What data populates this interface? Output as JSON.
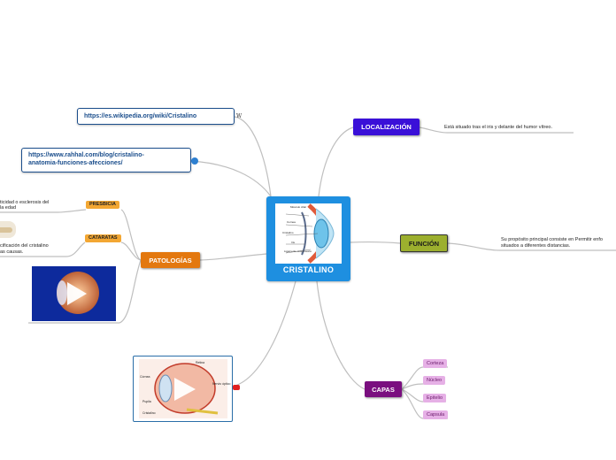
{
  "center": {
    "title": "CRISTALINO",
    "labels": [
      "Músculo ciliar",
      "Cornea",
      "Cristalino",
      "Iris",
      "Ligamento suspensorio"
    ]
  },
  "topics": {
    "localizacion": {
      "label": "LOCALIZACIÓN",
      "desc": "Está situado tras el iris y delante del humor vítreo."
    },
    "funcion": {
      "label": "FUNCIÓN",
      "desc1": "Su propósito principal consiste en",
      "desc1b": "Permitir enfo",
      "desc2": "situados a diferentes distancias."
    },
    "capas": {
      "label": "CAPAS",
      "items": [
        "Corteza",
        "Núcleo",
        "Epitelio",
        "Capsula"
      ]
    },
    "patologias": {
      "label": "PATOLOGÍAS",
      "presbicia": {
        "label": "PRESBICIA",
        "desc1": "ticidad o esclerosis del",
        "desc2": "la edad"
      },
      "cataratas": {
        "label": "CATARATAS",
        "desc1": "cificación del cristalino",
        "desc2": "as causas."
      }
    }
  },
  "links": {
    "wiki": "https://es.wikipedia.org/wiki/Cristalino",
    "rahhal1": "https://www.rahhal.com/blog/cristalino-",
    "rahhal2": "anatomia-funciones-afecciones/"
  },
  "eye_image": {
    "labels": [
      "Retina",
      "Córnea",
      "Nervio óptico",
      "Pupila",
      "Cristalino"
    ]
  },
  "colors": {
    "center": "#1e8fe0",
    "localizacion": "#3a10d8",
    "funcion": "#9caf2e",
    "capas": "#7a0f7f",
    "patologias": "#e3780f"
  }
}
